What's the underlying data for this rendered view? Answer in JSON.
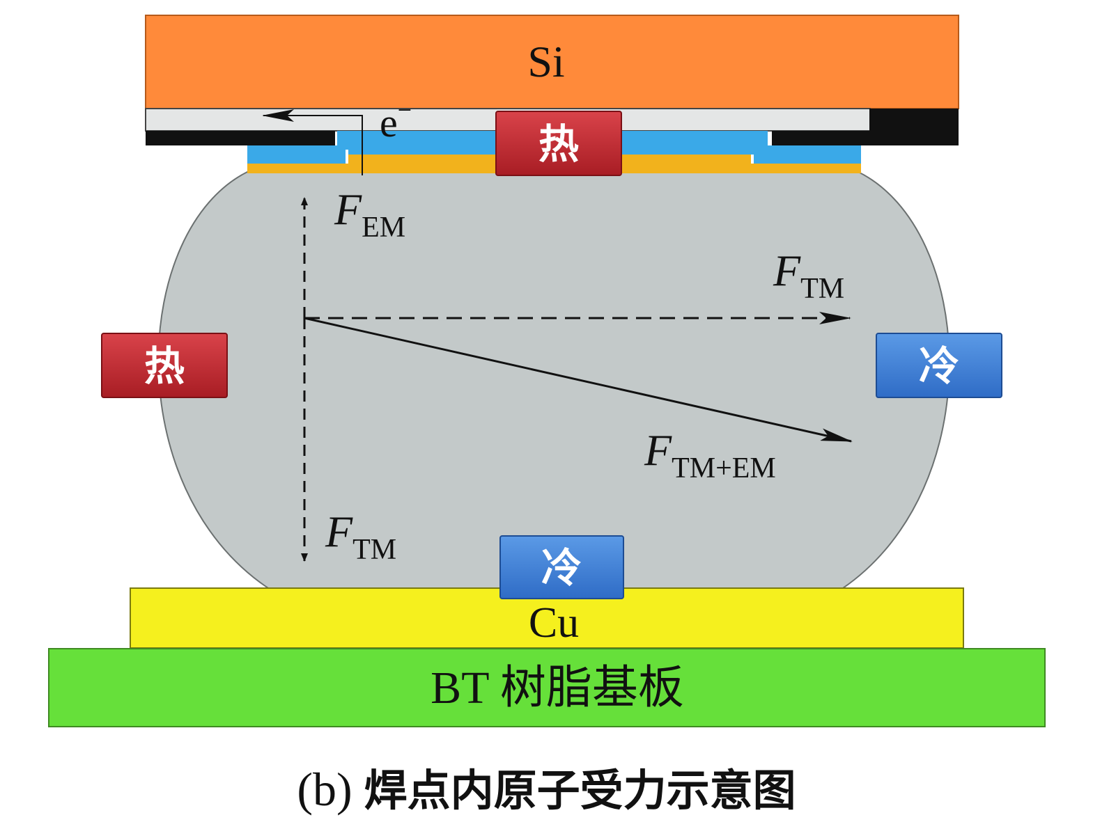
{
  "layers": {
    "si": "Si",
    "cu": "Cu",
    "substrate": "BT 树脂基板"
  },
  "electron": {
    "symbol": "e",
    "charge": "−"
  },
  "markers": {
    "hot_top": "热",
    "hot_left": "热",
    "cold_right": "冷",
    "cold_bottom": "冷"
  },
  "forces": {
    "em": {
      "symbol": "F",
      "subscript": "EM"
    },
    "tm_right": {
      "symbol": "F",
      "subscript": "TM"
    },
    "tm_em": {
      "symbol": "F",
      "subscript": "TM+EM"
    },
    "tm_down": {
      "symbol": "F",
      "subscript": "TM"
    }
  },
  "caption": {
    "label": "(b)",
    "text": "焊点内原子受力示意图"
  },
  "colors": {
    "si": "#ff8a3a",
    "solder": "#c3c9c9",
    "cu": "#f5f01e",
    "substrate": "#66e03a",
    "hot": "#c0272d",
    "cold": "#3a7bd5",
    "blue_layer": "#3aa9e8",
    "gold_layer": "#f2b21c"
  }
}
